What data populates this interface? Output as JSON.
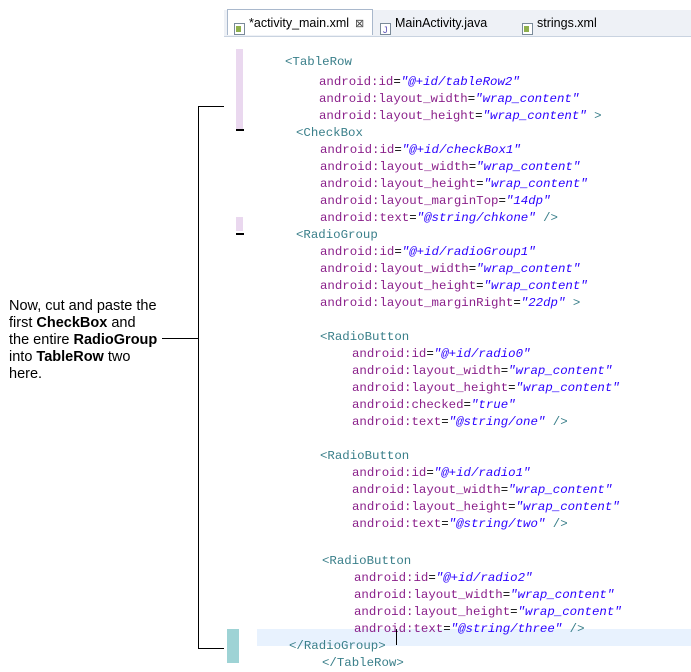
{
  "tabs": [
    {
      "label": "*activity_main.xml",
      "icon": "xml-file-icon",
      "close": "⊠"
    },
    {
      "label": "MainActivity.java",
      "icon": "java-file-icon"
    },
    {
      "label": "strings.xml",
      "icon": "xml-file-icon"
    }
  ],
  "annotation": {
    "p1": "Now, cut and paste the first ",
    "b1": "CheckBox",
    "p2": " and the entire ",
    "b2": "RadioGroup",
    "p3": " into ",
    "b3": "TableRow",
    "p4": " two here."
  },
  "code": [
    {
      "t": "<TableRow"
    },
    {
      "a": "android:id",
      "v": "\"@+id/tableRow2\""
    },
    {
      "a": "android:layout_width",
      "v": "\"wrap_content\""
    },
    {
      "a": "android:layout_height",
      "v": "\"wrap_content\"",
      "end": " >"
    },
    {
      "t": "<CheckBox"
    },
    {
      "a": "android:id",
      "v": "\"@+id/checkBox1\""
    },
    {
      "a": "android:layout_width",
      "v": "\"wrap_content\""
    },
    {
      "a": "android:layout_height",
      "v": "\"wrap_content\""
    },
    {
      "a": "android:layout_marginTop",
      "v": "\"14dp\""
    },
    {
      "a": "android:text",
      "v": "\"@string/chkone\"",
      "end": " />"
    },
    {
      "t": "<RadioGroup"
    },
    {
      "a": "android:id",
      "v": "\"@+id/radioGroup1\""
    },
    {
      "a": "android:layout_width",
      "v": "\"wrap_content\""
    },
    {
      "a": "android:layout_height",
      "v": "\"wrap_content\""
    },
    {
      "a": "android:layout_marginRight",
      "v": "\"22dp\"",
      "end": " >"
    },
    {
      "t": "<RadioButton"
    },
    {
      "a": "android:id",
      "v": "\"@+id/radio0\""
    },
    {
      "a": "android:layout_width",
      "v": "\"wrap_content\""
    },
    {
      "a": "android:layout_height",
      "v": "\"wrap_content\""
    },
    {
      "a": "android:checked",
      "v": "\"true\""
    },
    {
      "a": "android:text",
      "v": "\"@string/one\"",
      "end": " />"
    },
    {
      "t": "<RadioButton"
    },
    {
      "a": "android:id",
      "v": "\"@+id/radio1\""
    },
    {
      "a": "android:layout_width",
      "v": "\"wrap_content\""
    },
    {
      "a": "android:layout_height",
      "v": "\"wrap_content\""
    },
    {
      "a": "android:text",
      "v": "\"@string/two\"",
      "end": " />"
    },
    {
      "t": "<RadioButton"
    },
    {
      "a": "android:id",
      "v": "\"@+id/radio2\""
    },
    {
      "a": "android:layout_width",
      "v": "\"wrap_content\""
    },
    {
      "a": "android:layout_height",
      "v": "\"wrap_content\""
    },
    {
      "a": "android:text",
      "v": "\"@string/three\"",
      "end": " />"
    },
    {
      "t": "</RadioGroup>"
    },
    {
      "t": "</TableRow>"
    }
  ],
  "colors": {
    "tag": "#3a7f8a",
    "attr": "#8a1f8a",
    "value": "#2a00ff",
    "current_line": "#e8f2fe"
  }
}
